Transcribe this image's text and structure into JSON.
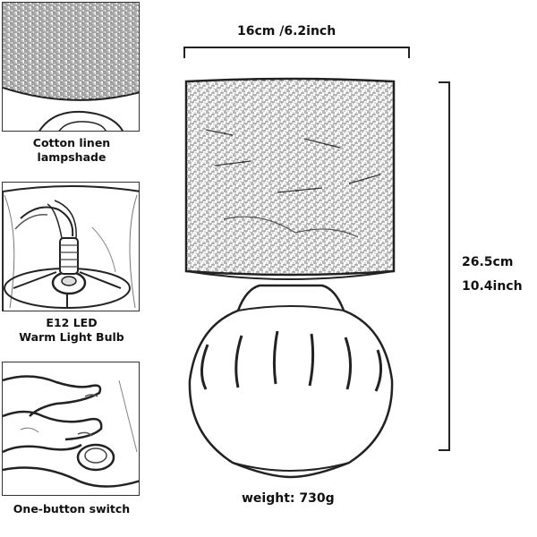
{
  "features": [
    {
      "id": "shade",
      "caption_lines": [
        "Cotton linen",
        "lampshade"
      ]
    },
    {
      "id": "bulb",
      "caption_lines": [
        "E12 LED",
        "Warm Light Bulb"
      ]
    },
    {
      "id": "switch",
      "caption_lines": [
        "One-button switch"
      ]
    }
  ],
  "dimensions": {
    "width_label": "16cm /6.2inch",
    "height_cm": "26.5cm",
    "height_inch": "10.4inch",
    "weight_label": "weight: 730g"
  }
}
